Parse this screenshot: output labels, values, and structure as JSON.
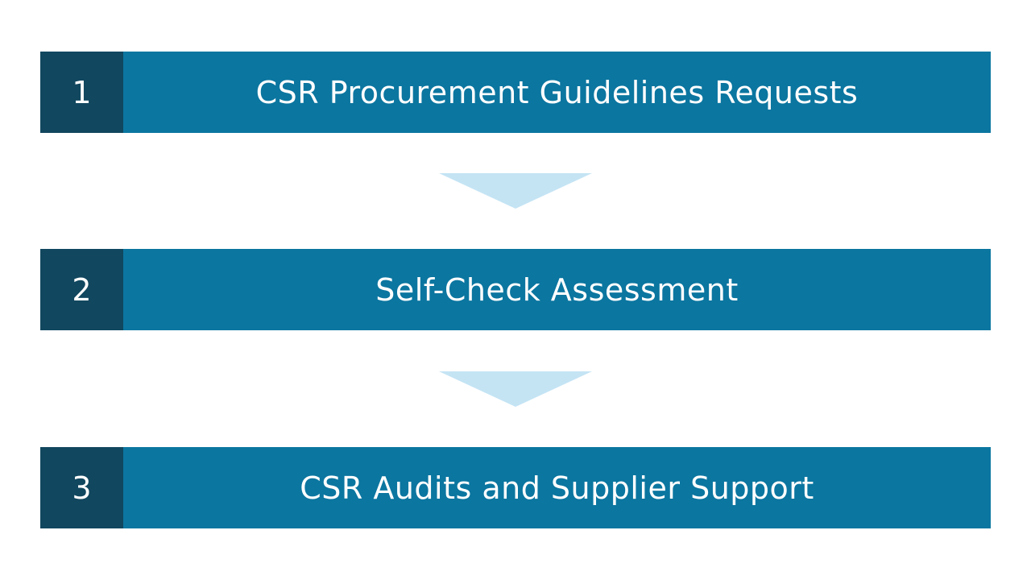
{
  "colors": {
    "number_bg": "#11475f",
    "label_bg": "#0b76a0",
    "arrow": "#c4e4f4"
  },
  "steps": [
    {
      "number": "1",
      "label": "CSR Procurement Guidelines Requests"
    },
    {
      "number": "2",
      "label": "Self-Check Assessment"
    },
    {
      "number": "3",
      "label": "CSR Audits and Supplier Support"
    }
  ]
}
